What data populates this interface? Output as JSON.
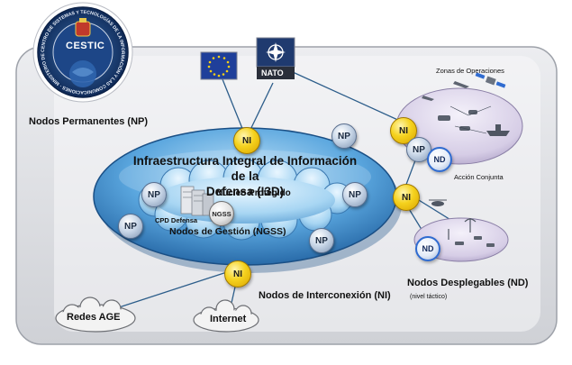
{
  "emblem": {
    "acronym": "CESTIC",
    "ring_text": "CENTRO DE SISTEMAS Y TECNOLOGÍAS DE LA INFORMACIÓN Y LAS COMUNICACIONES · MINISTERIO DE DEFENSA"
  },
  "flags": {
    "nato_label": "NATO"
  },
  "labels": {
    "nodos_permanentes": "Nodos Permanentes (NP)",
    "i3d_line1": "Infraestructura Integral de Información de la",
    "i3d_line2": "Defensa (I3D)",
    "nucleo": "Núcleo Protegido",
    "cpd": "CPD Defensa",
    "nodos_gestion": "Nodos de Gestión (NGSS)",
    "nodos_interconexion": "Nodos de Interconexión (NI)",
    "nodos_desplegables": "Nodos Desplegables (ND)",
    "nivel_tactico": "(nivel táctico)",
    "zonas": "Zonas de Operaciones",
    "accion_conjunta": "Acción Conjunta",
    "redes_age": "Redes AGE",
    "internet": "Internet"
  },
  "nodes": {
    "ni": "NI",
    "np": "NP",
    "nd": "ND",
    "ngss": "NGSS"
  },
  "colors": {
    "cloud_blue": "#4f9fdc",
    "core_blue": "#9fd2f2",
    "ni_yellow": "#f5d21e",
    "link_blue": "#2c5d8a",
    "frame_gray": "#d9dade"
  }
}
